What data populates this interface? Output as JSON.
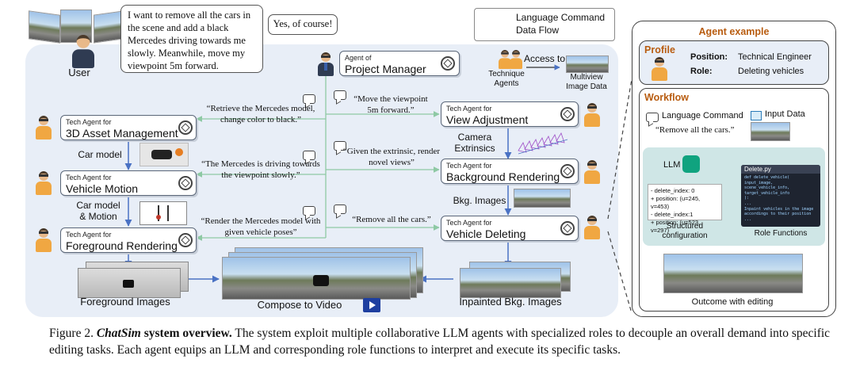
{
  "user": {
    "label": "User",
    "request": "I want to remove all the cars in the scene and add a black Mercedes driving towards me slowly. Meanwhile, move my viewpoint 5m forward.",
    "reply": "Yes, of course!"
  },
  "legend": {
    "items": [
      {
        "label": "Language Command",
        "color": "#8ec9a4"
      },
      {
        "label": "Data Flow",
        "color": "#4a72c4"
      }
    ]
  },
  "project_manager": {
    "tiny": "Agent of",
    "title": "Project Manager"
  },
  "access": {
    "technique_agents": "Technique Agents",
    "access_to": "Access to",
    "multiview": "Multiview Image Data"
  },
  "agents": [
    {
      "id": "asset",
      "tiny": "Tech Agent for",
      "title": "3D Asset Management"
    },
    {
      "id": "motion",
      "tiny": "Tech Agent for",
      "title": "Vehicle Motion"
    },
    {
      "id": "foreground",
      "tiny": "Tech Agent for",
      "title": "Foreground Rendering"
    },
    {
      "id": "view",
      "tiny": "Tech Agent for",
      "title": "View Adjustment"
    },
    {
      "id": "background",
      "tiny": "Tech Agent for",
      "title": "Background Rendering"
    },
    {
      "id": "deleting",
      "tiny": "Tech Agent for",
      "title": "Vehicle Deleting"
    }
  ],
  "commands": {
    "asset": "“Retrieve the Mercedes model, change color to black.”",
    "motion": "“The Mercedes is driving towards the viewpoint slowly.”",
    "foreground": "“Render the Mercedes model with given vehicle poses”",
    "view": "“Move the viewpoint 5m forward.”",
    "background": "“Given the extrinsic, render novel views”",
    "deleting": "“Remove all the cars.”"
  },
  "flow_labels": {
    "car_model": "Car model",
    "car_model_motion": "Car model & Motion",
    "camera_extrinsics": "Camera Extrinsics",
    "bkg_images": "Bkg. Images",
    "foreground_images": "Foreground Images",
    "compose": "Compose to Video",
    "inpainted": "Inpainted Bkg. Images"
  },
  "example": {
    "title": "Agent example",
    "profile_title": "Profile",
    "position_key": "Position:",
    "position_val": "Technical Engineer",
    "role_key": "Role:",
    "role_val": "Deleting vehicles",
    "workflow_title": "Workflow",
    "language_command": "Language Command",
    "input_data": "Input Data",
    "command_text": "“Remove all the cars.”",
    "llm": "LLM",
    "file_name": "Delete.py",
    "code_lines": [
      "def delete_vehicle(",
      "  input_image,",
      "  scene_vehicle_info,",
      "  target_vehicle_info",
      "):",
      "  ...",
      "  Inpaint vehicles in the image",
      "  accordings to their position",
      "  ..."
    ],
    "config_lines": [
      "- delete_index: 0",
      "  + position: (u=245, v=453)",
      "- delete_index:1",
      "  + position: (u=523, v=297)"
    ],
    "structured": "Structured configuration",
    "role_functions": "Role Functions",
    "outcome": "Outcome with editing"
  },
  "caption": {
    "fig": "Figure 2.",
    "name": "ChatSim",
    "bold": "system overview.",
    "text": "The system exploit multiple collaborative LLM agents with specialized roles to decouple an overall demand into specific editing tasks. Each agent equips an LLM and corresponding role functions to interpret and execute its specific tasks."
  }
}
